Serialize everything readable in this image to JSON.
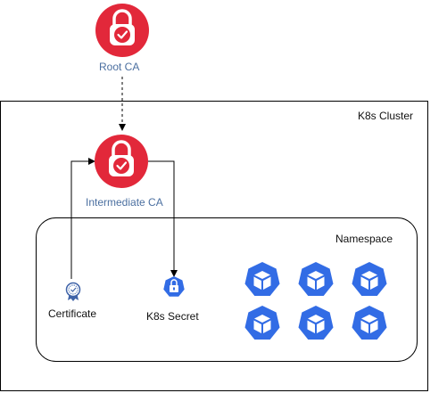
{
  "cluster": {
    "label": "K8s Cluster"
  },
  "namespace": {
    "label": "Namespace"
  },
  "root_ca": {
    "label": "Root CA",
    "icon": "padlock-check-icon",
    "color": "#e2283a"
  },
  "intermediate_ca": {
    "label": "Intermediate CA",
    "icon": "padlock-check-icon",
    "color": "#e2283a"
  },
  "certificate": {
    "label": "Certificate",
    "icon": "certificate-ribbon-icon"
  },
  "secret": {
    "label": "K8s Secret",
    "icon": "k8s-secret-icon",
    "color": "#326ce5"
  },
  "pods": {
    "count": 6,
    "icon": "k8s-pod-icon",
    "color": "#326ce5"
  }
}
